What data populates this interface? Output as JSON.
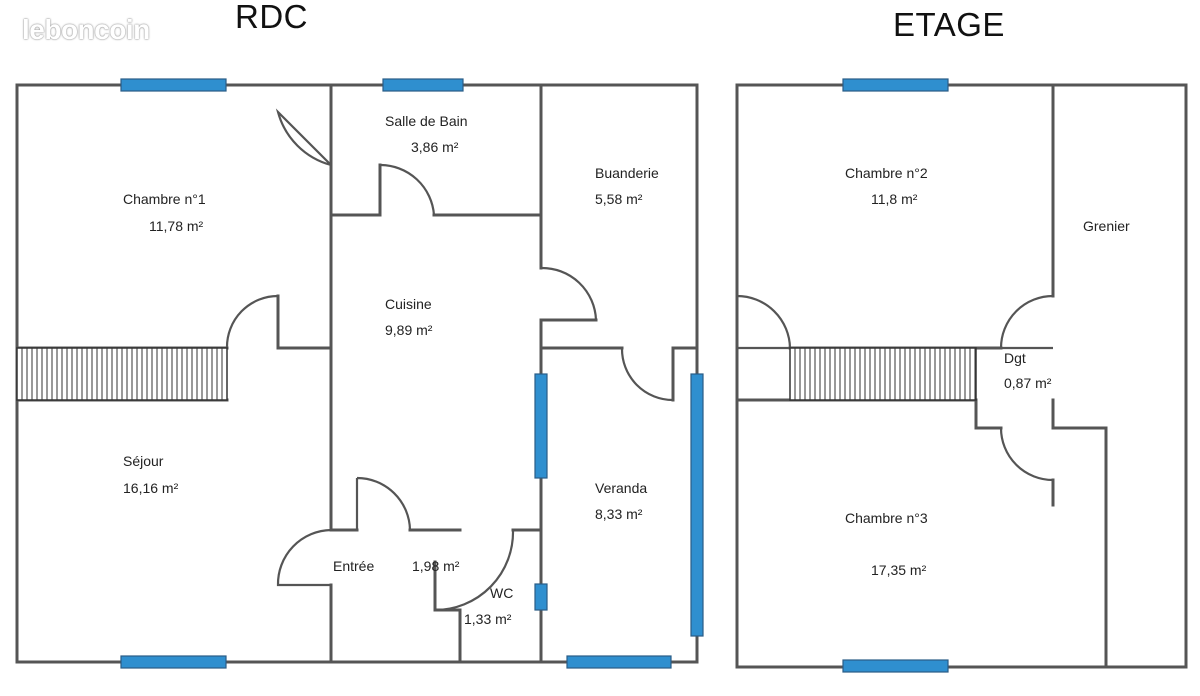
{
  "logo": "leboncoin",
  "floors": {
    "rdc": {
      "title": "RDC"
    },
    "etage": {
      "title": "ETAGE"
    }
  },
  "rooms": {
    "chambre1": {
      "name": "Chambre n°1",
      "area": "11,78  m²"
    },
    "sdb": {
      "name": "Salle de Bain",
      "area": "3,86  m²"
    },
    "buanderie": {
      "name": "Buanderie",
      "area": "5,58  m²"
    },
    "cuisine": {
      "name": "Cuisine",
      "area": "9,89  m²"
    },
    "sejour": {
      "name": "Séjour",
      "area": "16,16  m²"
    },
    "veranda": {
      "name": "Veranda",
      "area": "8,33  m²"
    },
    "entree": {
      "name": "Entrée",
      "area": "1,98  m²"
    },
    "wc": {
      "name": "WC",
      "area": "1,33  m²"
    },
    "chambre2": {
      "name": "Chambre n°2",
      "area": "11,8  m²"
    },
    "grenier": {
      "name": "Grenier"
    },
    "dgt": {
      "name": "Dgt",
      "area": "0,87  m²"
    },
    "chambre3": {
      "name": "Chambre n°3",
      "area": "17,35  m²"
    }
  },
  "colors": {
    "window": "#2f8fcf",
    "wall": "#555555"
  }
}
